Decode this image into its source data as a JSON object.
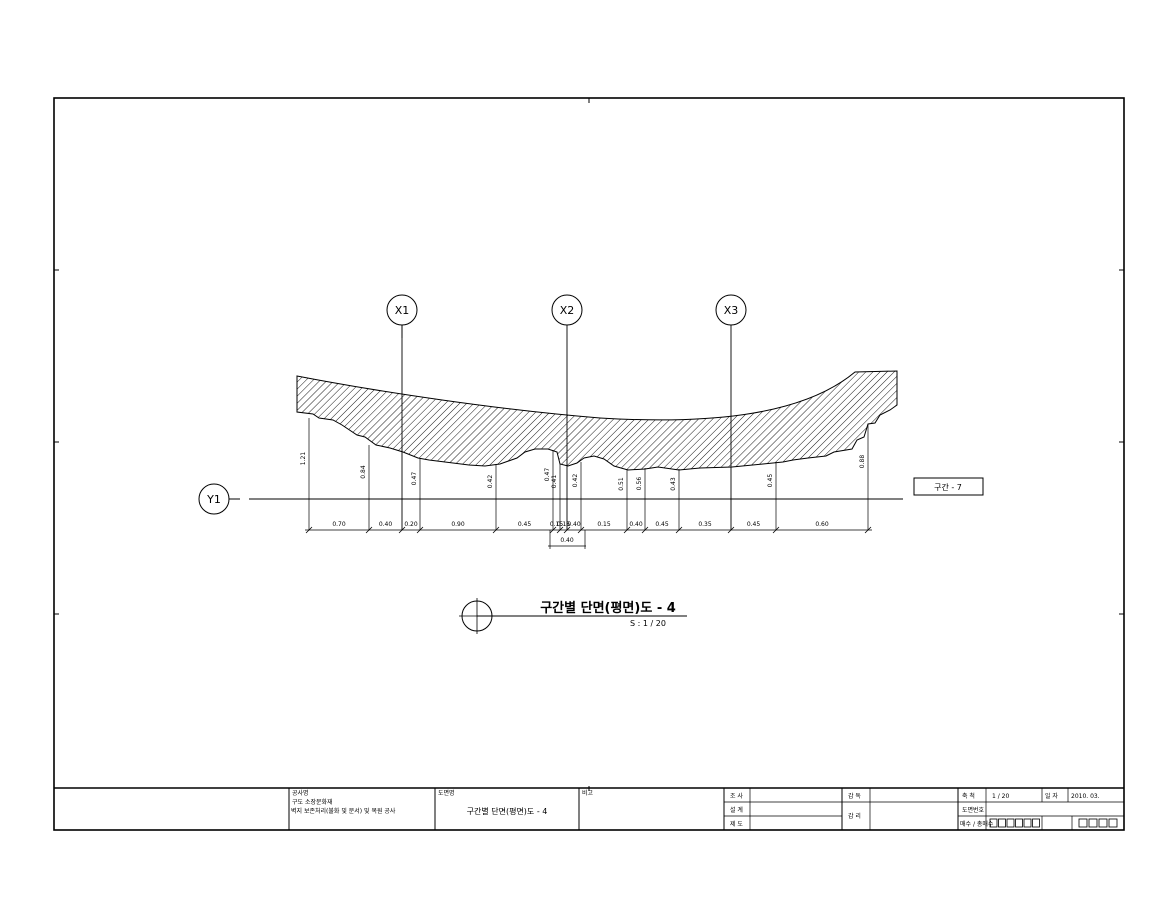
{
  "drawing": {
    "title": "구간별 단면(평면)도 - 4",
    "scale": "S : 1 / 20",
    "section_tag": "구간 - 7",
    "axes_x": [
      "X1",
      "X2",
      "X3"
    ],
    "axis_y": "Y1",
    "heights": [
      "1.21",
      "0.84",
      "0.47",
      "0.42",
      "0.47",
      "0.41",
      "0.42",
      "0.51",
      "0.56",
      "0.43",
      "0.45",
      "0.88"
    ],
    "widths": [
      "0.70",
      "0.40",
      "0.20",
      "0.90",
      "0.45",
      "0.15",
      "0.15",
      "0.40",
      "0.15",
      "0.40",
      "0.45",
      "0.35",
      "0.45",
      "0.60"
    ],
    "widths_sub": [
      "0.40"
    ]
  },
  "title_block": {
    "project_caption": "공사명",
    "project_name_1": "구도 소장문화재",
    "project_name_2": "벽지 보존처리(불화 및 문서) 및 복원 공사",
    "drawing_caption": "도면명",
    "drawing_name": "구간별 단면(평면)도 - 4",
    "remarks_caption": "비고",
    "roles": [
      "조 사",
      "설 계",
      "제 도"
    ],
    "approval_caption": "감 독",
    "approval_sign": "감 리",
    "scale_caption": "축 척",
    "scale_value": "1 / 20",
    "date_caption": "일 자",
    "date_value": "2010. 03.",
    "number_caption": "도면번호",
    "sheet_caption": "매수 / 총매수"
  }
}
